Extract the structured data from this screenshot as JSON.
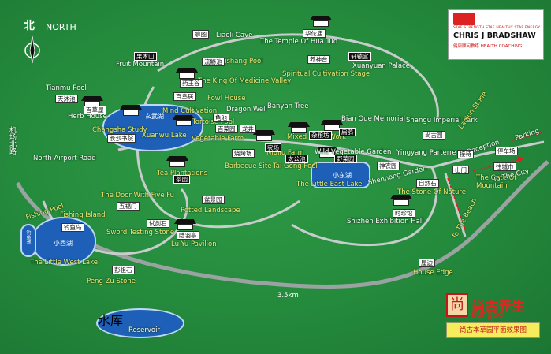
{
  "compass": {
    "cn": "北",
    "label": "NORTH"
  },
  "brand": {
    "tagline": "STAF STRENGTH STAF HEALTHY STAF ENERGY",
    "name": "CHRIS J BRADSHAW",
    "subtitle": "健康顾问教练 HEALTH COACHING"
  },
  "sungod": {
    "cn": "尚古养生",
    "en": "sungod",
    "map_title": "尚古本草园平面效果图",
    "seal_glyph": "尚"
  },
  "scale": "3.5km",
  "places": [
    {
      "key": "liaoli-cave",
      "text": "Liaoli Cave"
    },
    {
      "key": "temple-hua-tuo",
      "text": "The Temple Of Hua Tuo"
    },
    {
      "key": "xuanyuan-palace",
      "text": "Xuanyuan Palace"
    },
    {
      "key": "fruit-mountain",
      "text": "Fruit Mountain"
    },
    {
      "key": "liushang-pool",
      "text": "Liushang Pool"
    },
    {
      "key": "spiritual-stage",
      "text": "Spiritual Cultivation Stage"
    },
    {
      "key": "king-medicine-valley",
      "text": "The King Of Medicine Valley"
    },
    {
      "key": "fowl-house",
      "text": "Fowl House"
    },
    {
      "key": "tianmu-pool",
      "text": "Tianmu Pool"
    },
    {
      "key": "herb-house",
      "text": "Herb House"
    },
    {
      "key": "mind-cultivation",
      "text": "Mind Cultivation"
    },
    {
      "key": "dragon-well",
      "text": "Dragon Well"
    },
    {
      "key": "banyan-tree",
      "text": "Banyan Tree"
    },
    {
      "key": "bian-que",
      "text": "Bian Que Memorial"
    },
    {
      "key": "changsha-study",
      "text": "Changsha Study"
    },
    {
      "key": "tortoise-pool",
      "text": "Tortoise Pool"
    },
    {
      "key": "xuanwu-lake",
      "text": "Xuanwu Lake"
    },
    {
      "key": "vegetable-farm",
      "text": "Vegetable Farm"
    },
    {
      "key": "shangu-park",
      "text": "Shangu Imperial Park"
    },
    {
      "key": "laojun-stone",
      "text": "Laojun Stone"
    },
    {
      "key": "mixed-grain",
      "text": "Mixed Grain Work"
    },
    {
      "key": "north-airport-road",
      "text": "North Airport Road"
    },
    {
      "key": "niuliu-farm",
      "text": "Niuliu Farm"
    },
    {
      "key": "wild-veg",
      "text": "Wild Vegetable Garden"
    },
    {
      "key": "reception",
      "text": "Reception"
    },
    {
      "key": "parking",
      "text": "Parking"
    },
    {
      "key": "yingyang",
      "text": "Yingyang Parterre"
    },
    {
      "key": "barbecue",
      "text": "Barbecue Site"
    },
    {
      "key": "taigong-pool",
      "text": "Tai Gong Pool"
    },
    {
      "key": "shennong",
      "text": "Shennong Garden"
    },
    {
      "key": "tea-plantations",
      "text": "Tea Plantations"
    },
    {
      "key": "little-east-lake",
      "text": "The Little East Lake"
    },
    {
      "key": "gate-mountain",
      "text": "The Gate Of Mountain"
    },
    {
      "key": "to-city",
      "text": "To The City"
    },
    {
      "key": "door-five-fu",
      "text": "The Door With Five Fu"
    },
    {
      "key": "stone-nature",
      "text": "The Stone Of Nature"
    },
    {
      "key": "fishing-pool",
      "text": "Fishing Pool"
    },
    {
      "key": "potted-landscape",
      "text": "Potted Landscape"
    },
    {
      "key": "fishing-island",
      "text": "Fishing Island"
    },
    {
      "key": "shizhen-hall",
      "text": "Shizhen Exhibition Hall"
    },
    {
      "key": "to-beach",
      "text": "To The Beach"
    },
    {
      "key": "sword-stone",
      "text": "Sword Testing Stone"
    },
    {
      "key": "lu-yu",
      "text": "Lu Yu Pavilion"
    },
    {
      "key": "little-west-lake",
      "text": "The Little West Lake"
    },
    {
      "key": "house-edge",
      "text": "House Edge"
    },
    {
      "key": "peng-zu",
      "text": "Peng Zu Stone"
    },
    {
      "key": "reservoir",
      "text": "Reservoir"
    }
  ],
  "signs": {
    "liaoli": "聊图",
    "huatuo": "华佗庙",
    "xuanyuan": "轩辕宫",
    "liushang": "流觞池",
    "spiritual": "养神台",
    "king_valley": "药王谷",
    "fowl": "百鸟居",
    "tianmu": "天沐池",
    "herb": "百草屋",
    "changsha": "长沙书院",
    "tortoise": "龟池",
    "veg_farm": "百菜园",
    "dragon": "龙井",
    "niuliu": "农场",
    "mixed_grain": "杂粮坊",
    "bianque": "扁鹊",
    "shangu": "尚古园",
    "reception": "接待",
    "parking": "停车场",
    "barbecue": "烧烤场",
    "taigong": "太公池",
    "wild_veg": "野菜园",
    "little_east": "小东湖",
    "shennong": "神农园",
    "stone_nature": "自然石",
    "door_fu": "五福门",
    "potted": "盆景园",
    "sword": "试剑石",
    "lu_yu": "陆羽亭",
    "shizhen": "时珍馆",
    "peng_zu": "彭祖石",
    "house_edge": "屋边",
    "gate": "山门",
    "to_city": "往城市",
    "west_lake": "小西湖",
    "fishing_island": "钓鱼岛",
    "fishing_pool": "钓鱼池",
    "xuanwu": "玄武湖",
    "reservoir": "水库",
    "airport": "机场北路",
    "tea": "茶园",
    "fruit": "果木山"
  }
}
